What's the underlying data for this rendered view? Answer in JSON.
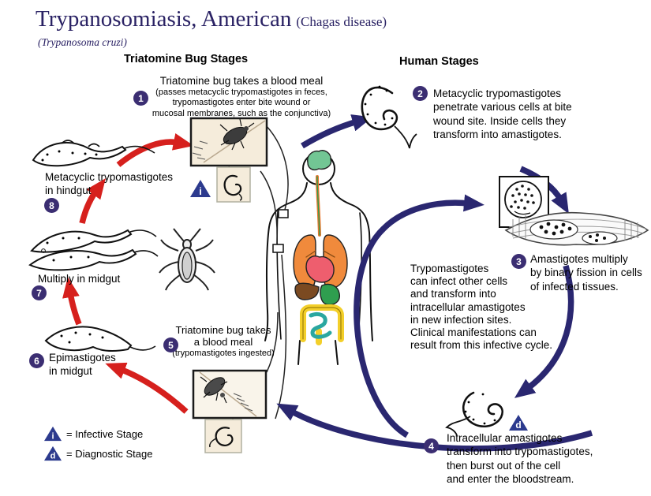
{
  "title": {
    "main": "Trypanosomiasis, American",
    "qualifier": "(Chagas disease)",
    "organism": "(Trypanosoma cruzi)"
  },
  "section_headers": {
    "bug_stages": "Triatomine Bug Stages",
    "human_stages": "Human Stages"
  },
  "steps": {
    "step1": {
      "number": "1",
      "title": "Triatomine bug takes a blood meal",
      "detail": "(passes metacyclic trypomastigotes in feces,\ntrypomastigotes enter bite wound or\nmucosal membranes, such as the conjunctiva)"
    },
    "step2": {
      "number": "2",
      "text": "Metacyclic trypomastigotes\npenetrate various cells at bite\nwound site. Inside cells they\ntransform into amastigotes."
    },
    "step3": {
      "number": "3",
      "text": "Amastigotes multiply\nby binary fission in cells\nof infected tissues."
    },
    "step4": {
      "number": "4",
      "text": "Intracellular amastigotes\ntransform into trypomastigotes,\nthen burst out of the cell\nand enter the bloodstream."
    },
    "step5": {
      "number": "5",
      "title": "Triatomine bug takes\na blood meal",
      "detail": "(trypomastigotes ingested)"
    },
    "step6": {
      "number": "6",
      "text": "Epimastigotes\nin midgut"
    },
    "step7": {
      "number": "7",
      "text": "Multiply in midgut"
    },
    "step8": {
      "number": "8",
      "text": "Metacyclic trypomastigotes\nin hindgut"
    }
  },
  "center_note": "Trypomastigotes\ncan infect other cells\nand transform into\nintracellular amastigotes\nin new infection sites.\nClinical manifestations can\nresult from this infective cycle.",
  "legend": {
    "infective": {
      "symbol": "i",
      "label": "= Infective Stage"
    },
    "diagnostic": {
      "symbol": "d",
      "label": "= Diagnostic Stage"
    }
  },
  "colors": {
    "title_navy": "#2a2264",
    "arrow_navy": "#2a2770",
    "arrow_red": "#d6201d",
    "circle_purple": "#3b2e72",
    "triangle_navy": "#2c3a8e",
    "box_beige": "#f5ecdb"
  }
}
